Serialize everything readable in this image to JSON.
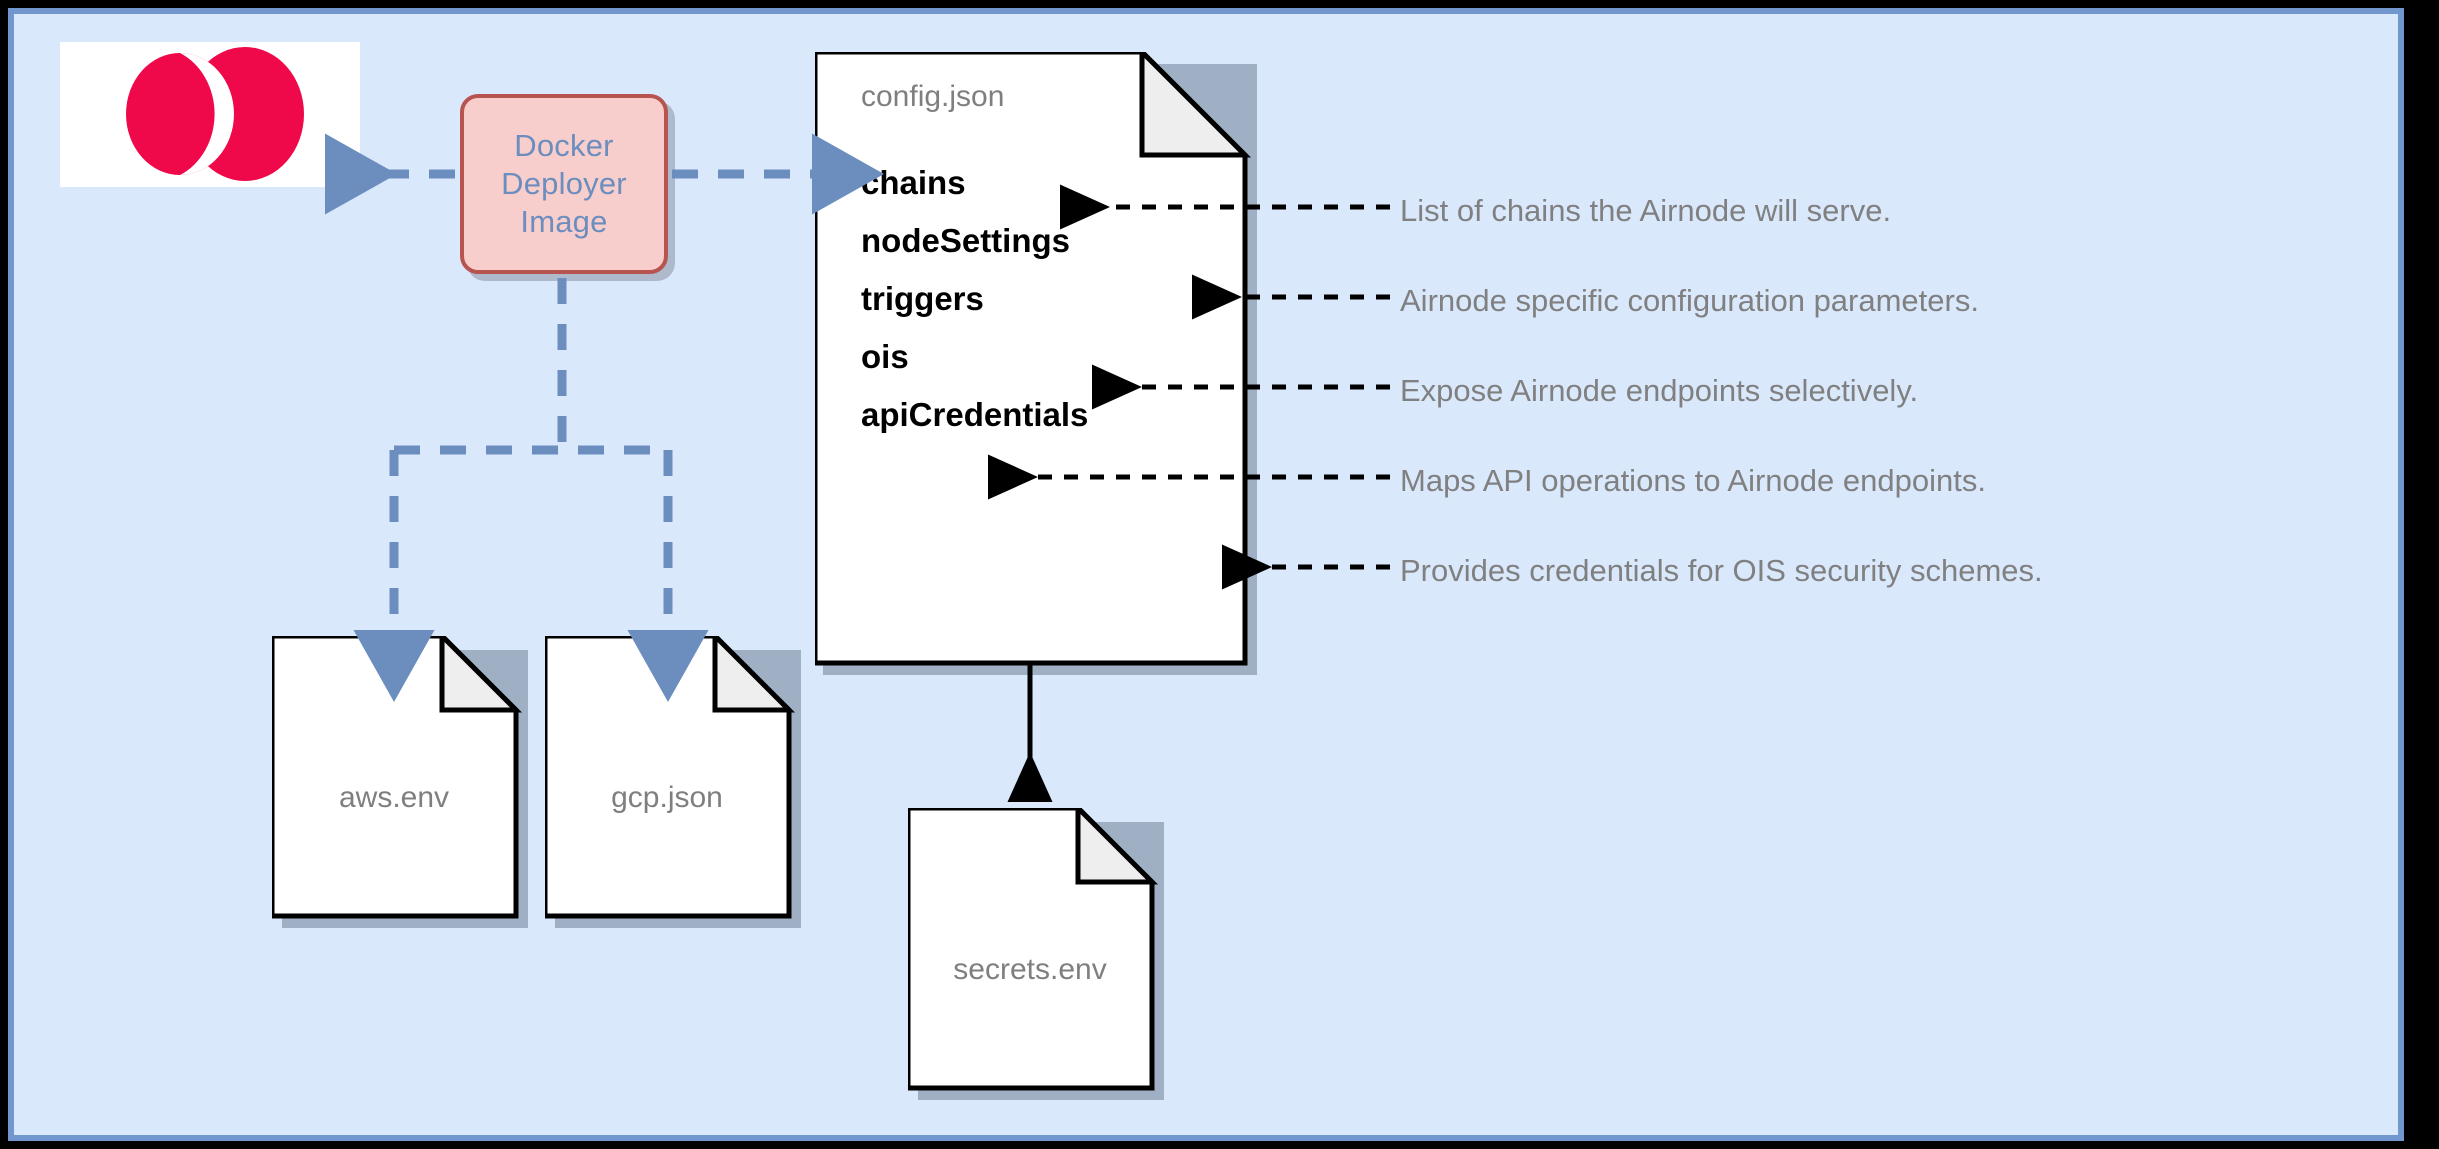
{
  "canvas": {
    "background_color": "#dae8fc",
    "border_color": "#7297cf",
    "outside_color": "#000000"
  },
  "logo": {
    "name": "airnode-logo",
    "tile_background": "#ffffff",
    "mark_color": "#f0094a"
  },
  "deployer": {
    "label_line1": "Docker",
    "label_line2": "Deployer",
    "label_line3": "Image",
    "fill_color": "#f8cecc",
    "stroke_color": "#b85450",
    "text_color": "#6c8ebf"
  },
  "config_doc": {
    "title": "config.json",
    "keys": [
      {
        "name": "chains"
      },
      {
        "name": "nodeSettings"
      },
      {
        "name": "triggers"
      },
      {
        "name": "ois"
      },
      {
        "name": "apiCredentials"
      }
    ]
  },
  "annotations": [
    {
      "text": "List of chains the Airnode will serve."
    },
    {
      "text": "Airnode specific configuration parameters."
    },
    {
      "text": "Expose Airnode endpoints selectively."
    },
    {
      "text": "Maps API operations to Airnode endpoints."
    },
    {
      "text": "Provides credentials for OIS security schemes."
    }
  ],
  "output_docs": [
    {
      "label": "aws.env"
    },
    {
      "label": "gcp.json"
    },
    {
      "label": "secrets.env"
    }
  ],
  "edge_colors": {
    "dashed_blue": "#6c8ebf",
    "solid_black": "#000000",
    "dashed_black": "#000000"
  }
}
